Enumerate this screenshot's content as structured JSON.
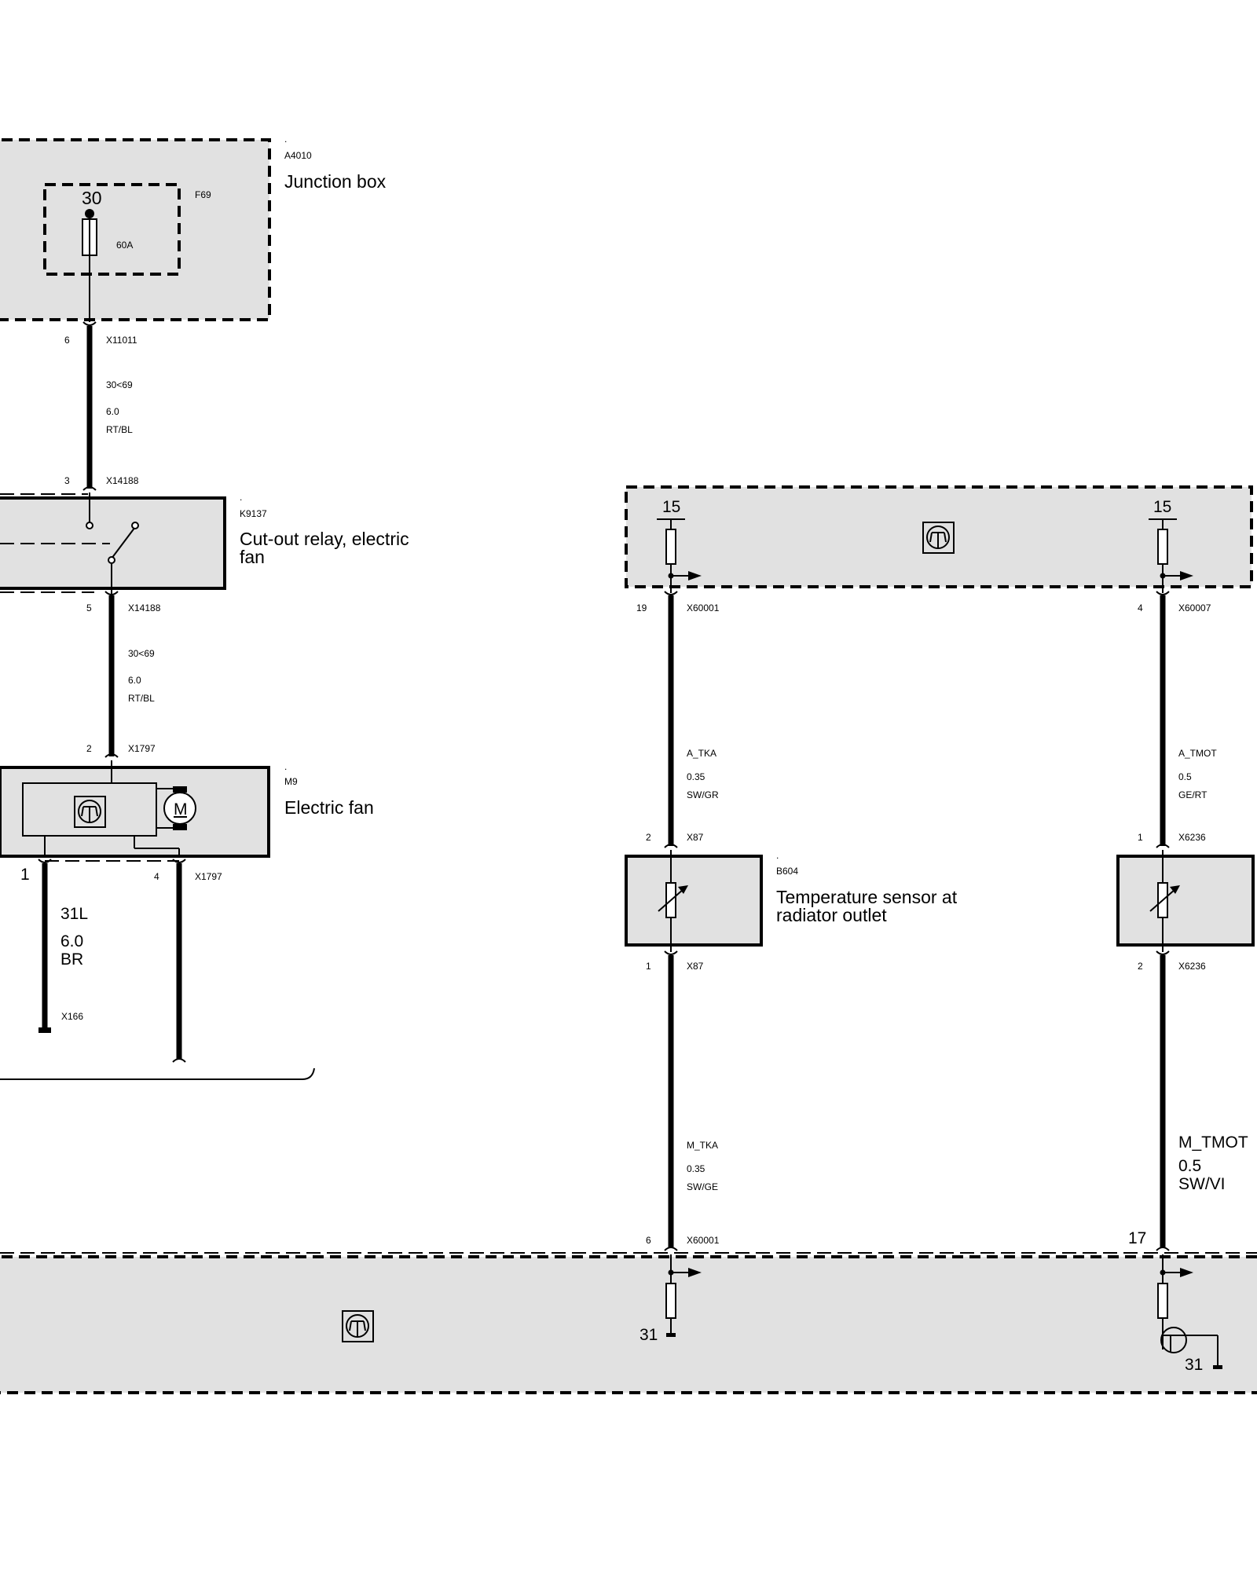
{
  "components": {
    "junction_box": {
      "dot": ".",
      "code": "A4010",
      "name": "Junction box",
      "fuse_code": "F69",
      "fuse_terminal": "30",
      "fuse_rating": "60A"
    },
    "relay": {
      "dot": ".",
      "code": "K9137",
      "name_line1": "Cut-out relay, electric",
      "name_line2": "fan"
    },
    "fan": {
      "dot": ".",
      "code": "M9",
      "name": "Electric fan",
      "motor_letter": "M"
    },
    "temp_sensor": {
      "dot": ".",
      "code": "B604",
      "name_line1": "Temperature sensor at",
      "name_line2": "radiator outlet"
    },
    "upper_module": {
      "terminal_left": "15",
      "terminal_right": "15"
    },
    "lower_module": {
      "ground_left": "31",
      "ground_right": "31"
    }
  },
  "wires": {
    "w1": {
      "pin_top": "6",
      "conn_top": "X11011",
      "signal": "30<69",
      "cross_section": "6.0",
      "color": "RT/BL",
      "pin_bottom": "3",
      "conn_bottom": "X14188"
    },
    "w2": {
      "pin_top": "5",
      "conn_top": "X14188",
      "signal": "30<69",
      "cross_section": "6.0",
      "color": "RT/BL",
      "pin_bottom": "2",
      "conn_bottom": "X1797"
    },
    "w3": {
      "pin": "1",
      "signal": "31L",
      "cross_section": "6.0",
      "color": "BR",
      "ground": "X166"
    },
    "w4": {
      "pin": "4",
      "conn": "X1797"
    },
    "w5": {
      "pin_top": "19",
      "conn_top": "X60001",
      "signal": "A_TKA",
      "cross_section": "0.35",
      "color": "SW/GR",
      "pin_bottom": "2",
      "conn_bottom": "X87"
    },
    "w6": {
      "pin_top": "1",
      "conn_top": "X87",
      "signal": "M_TKA",
      "cross_section": "0.35",
      "color": "SW/GE",
      "pin_bottom": "6",
      "conn_bottom": "X60001"
    },
    "w7": {
      "pin_top": "4",
      "conn_top": "X60007",
      "signal": "A_TMOT",
      "cross_section": "0.5",
      "color": "GE/RT",
      "pin_bottom": "1",
      "conn_bottom": "X6236"
    },
    "w8": {
      "pin_top": "2",
      "conn_top": "X6236",
      "signal": "M_TMOT",
      "cross_section": "0.5",
      "color": "SW/VI",
      "pin_bottom": "17"
    }
  }
}
